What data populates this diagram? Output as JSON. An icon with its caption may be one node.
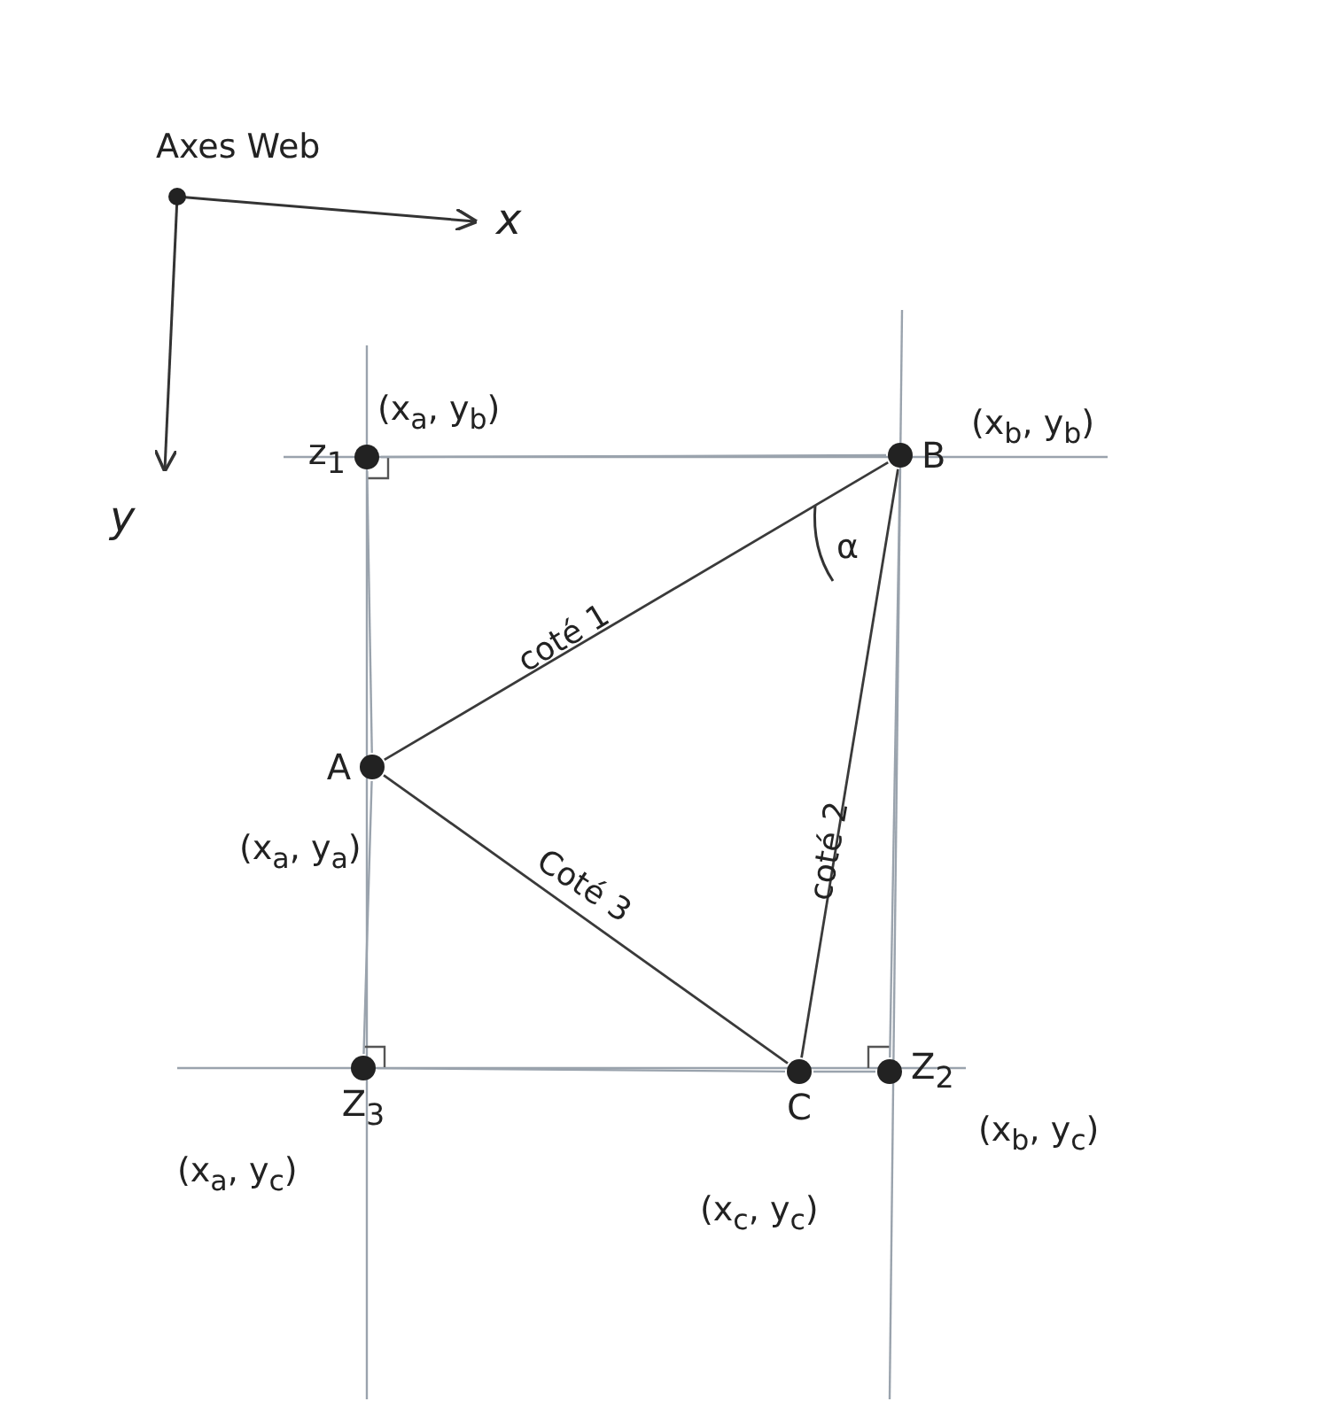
{
  "diagram": {
    "nodes": [
      {
        "text": [
          "A"
        ],
        "beside": [
          "(x$_{a}$, y$_{a}$)"
        ]
      },
      {
        "text": [
          "B"
        ],
        "beside": [
          "(x$_{b}$, y$_{b}$)"
        ]
      },
      {
        "text": [
          "C"
        ],
        "beside": [
          "(x$_{c}$, y$_{c}$)"
        ]
      },
      {
        "text": [
          "z$_{1}$"
        ],
        "beside": [
          "(x$_{a}$, y$_{b}$)"
        ]
      },
      {
        "text": [
          "Z$_{2}$"
        ],
        "beside": [
          "(x$_{b}$, y$_{c}$)"
        ]
      },
      {
        "text": [
          "Z$_{3}$"
        ],
        "beside": [
          "(x$_{a}$, y$_{c}$)"
        ]
      }
    ],
    "edges": [
      {
        "from": 0,
        "to": 1,
        "arrow": "none",
        "label": "coté 1",
        "color": "#3a3a3a"
      },
      {
        "from": 1,
        "to": 2,
        "arrow": "none",
        "label": "coté 2",
        "color": "#3a3a3a"
      },
      {
        "from": 0,
        "to": 2,
        "arrow": "none",
        "label": "Coté 3",
        "color": "#3a3a3a"
      },
      {
        "from": 3,
        "to": 1,
        "arrow": "none"
      },
      {
        "from": 3,
        "to": 0,
        "arrow": "none"
      },
      {
        "from": 0,
        "to": 5,
        "arrow": "none"
      },
      {
        "from": 5,
        "to": 2,
        "arrow": "none"
      },
      {
        "from": 2,
        "to": 4,
        "arrow": "none"
      },
      {
        "from": 1,
        "to": 4,
        "arrow": "none"
      }
    ],
    "labels": [
      "Axes Web",
      "x",
      "y",
      "α"
    ]
  }
}
